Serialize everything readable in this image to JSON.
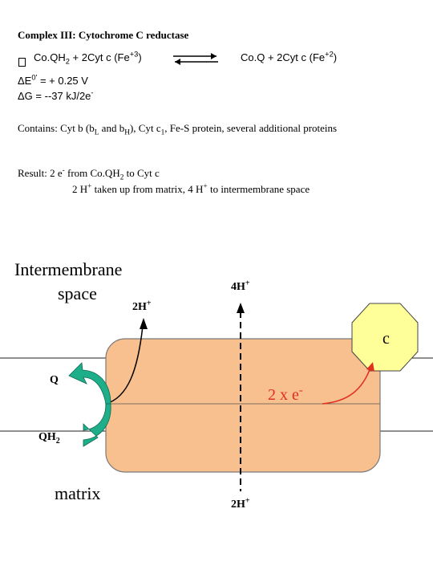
{
  "header": {
    "title": "Complex III: Cytochrome C reductase"
  },
  "reaction": {
    "left_a": "Co.QH",
    "left_sub": "2",
    "left_b": " + 2Cyt c (Fe",
    "left_sup": "+3",
    "left_c": ")",
    "right_a": "Co.Q + 2Cyt c (Fe",
    "right_sup": "+2",
    "right_b": ")",
    "delta_e_a": "ΔE",
    "delta_e_sup": "0'",
    "delta_e_b": " = + 0.25 V",
    "delta_g": "ΔG = --37 kJ/2e",
    "delta_g_sup": "-"
  },
  "contains": {
    "a": "Contains:  Cyt b (b",
    "sub1": "L",
    "b": " and b",
    "sub2": "H",
    "c": "),  Cyt c",
    "sub3": "1",
    "d": ",  Fe-S protein,  several additional proteins"
  },
  "result": {
    "line1_a": "Result:  2 e",
    "line1_sup": "-",
    "line1_b": " from   Co.QH",
    "line1_sub": "2",
    "line1_c": "  to Cyt c",
    "line2_a": "2 H",
    "line2_sup": "+",
    "line2_b": "  taken up from matrix,  4 H",
    "line2_sup2": "+",
    "line2_c": " to intermembrane space"
  },
  "diagram": {
    "intermembrane_label_line1": "Intermembrane",
    "intermembrane_label_line2": "space",
    "matrix_label": "matrix",
    "top_left_proton": "2H",
    "top_left_proton_sup": "+",
    "top_right_proton": "4H",
    "top_right_proton_sup": "+",
    "bottom_proton": "2H",
    "bottom_proton_sup": "+",
    "q_label": "Q",
    "qh2_label": "QH",
    "qh2_sub": "2",
    "electron_label": "2 x e",
    "electron_sup": "-",
    "cyt_c_label": "c"
  },
  "colors": {
    "complex_fill": "#f9c08f",
    "complex_stroke": "#7a7a7a",
    "membrane_line": "#222222",
    "cyt_c_fill": "#ffff99",
    "q_arrow_fill": "#1fae8a",
    "electron_color": "#e03020",
    "proton_arrow": "#000000"
  }
}
